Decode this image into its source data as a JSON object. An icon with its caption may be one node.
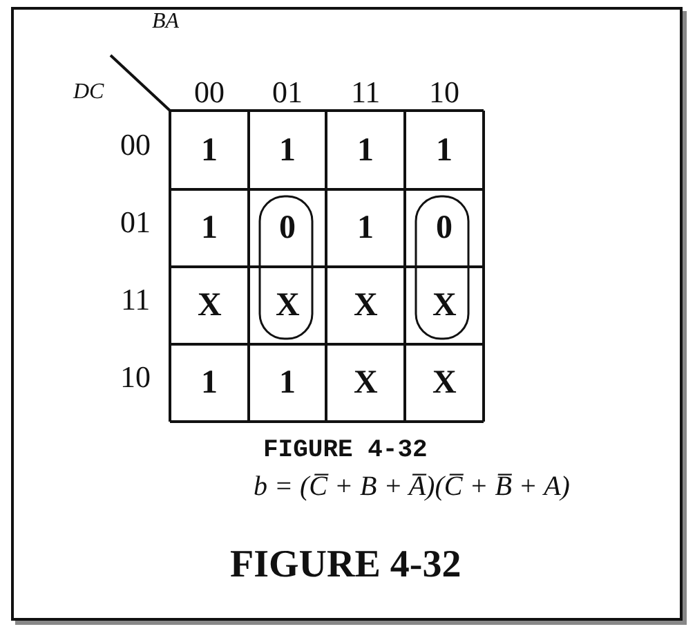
{
  "diagram": {
    "labels": [
      "BA",
      "DC",
      "00",
      "01",
      "11",
      "10",
      "00",
      "1",
      "1",
      "1",
      "1",
      "01",
      "1",
      "0",
      "1",
      "0",
      "11",
      "X",
      "X",
      "X",
      "X",
      "10",
      "1",
      "1",
      "X",
      "X",
      "FIGURE 4-32",
      "b = (C̅ + B + A̅)(C̅ + B̅ + A)",
      "FIGURE 4-32"
    ]
  }
}
